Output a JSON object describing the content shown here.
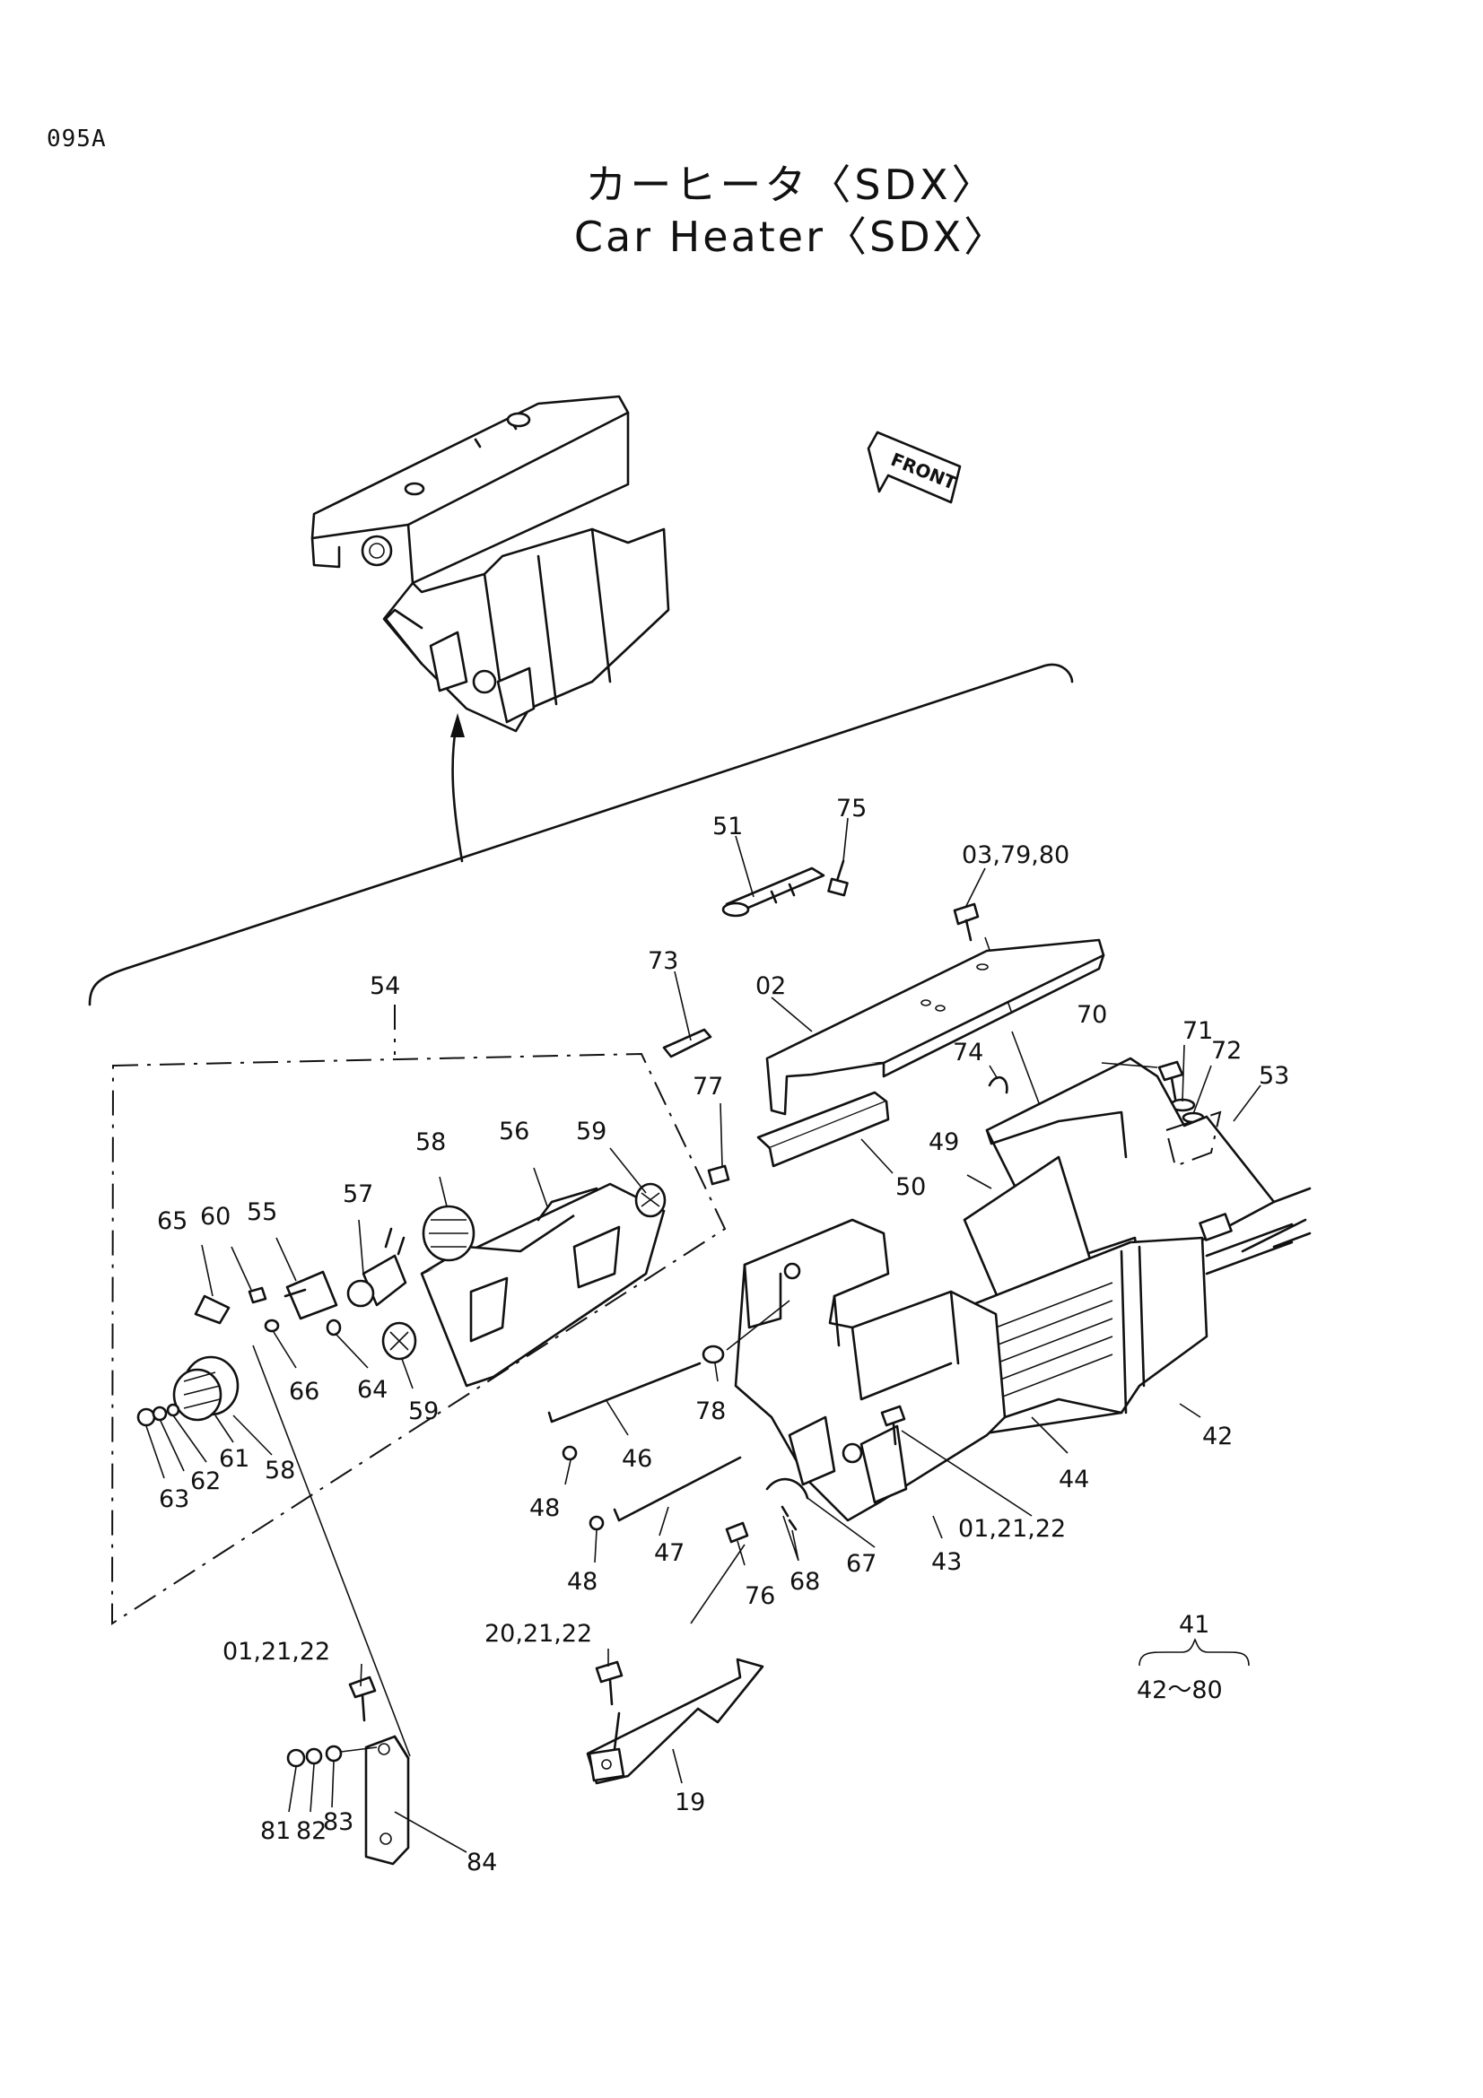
{
  "page_code": "095A",
  "title_jp": "カーヒータ〈SDX〉",
  "title_en": "Car Heater〈SDX〉",
  "front_label": "FRONT",
  "callouts": {
    "c51": "51",
    "c75": "75",
    "c03_79_80": "03,79,80",
    "c73": "73",
    "c02": "02",
    "c54": "54",
    "c70": "70",
    "c71": "71",
    "c72": "72",
    "c74": "74",
    "c53": "53",
    "c77": "77",
    "c50": "50",
    "c49": "49",
    "c58a": "58",
    "c56": "56",
    "c59a": "59",
    "c57": "57",
    "c65": "65",
    "c60": "60",
    "c55": "55",
    "c66": "66",
    "c64": "64",
    "c59b": "59",
    "c78": "78",
    "c61": "61",
    "c62": "62",
    "c63": "63",
    "c58b": "58",
    "c46": "46",
    "c48a": "48",
    "c42": "42",
    "c44": "44",
    "c01_21_22a": "01,21,22",
    "c47": "47",
    "c48b": "48",
    "c67": "67",
    "c43": "43",
    "c68": "68",
    "c76": "76",
    "c41": "41",
    "c42_80": "42～80",
    "c01_21_22b": "01,21,22",
    "c20_21_22": "20,21,22",
    "c19": "19",
    "c81": "81",
    "c82": "82",
    "c83": "83",
    "c84": "84"
  }
}
